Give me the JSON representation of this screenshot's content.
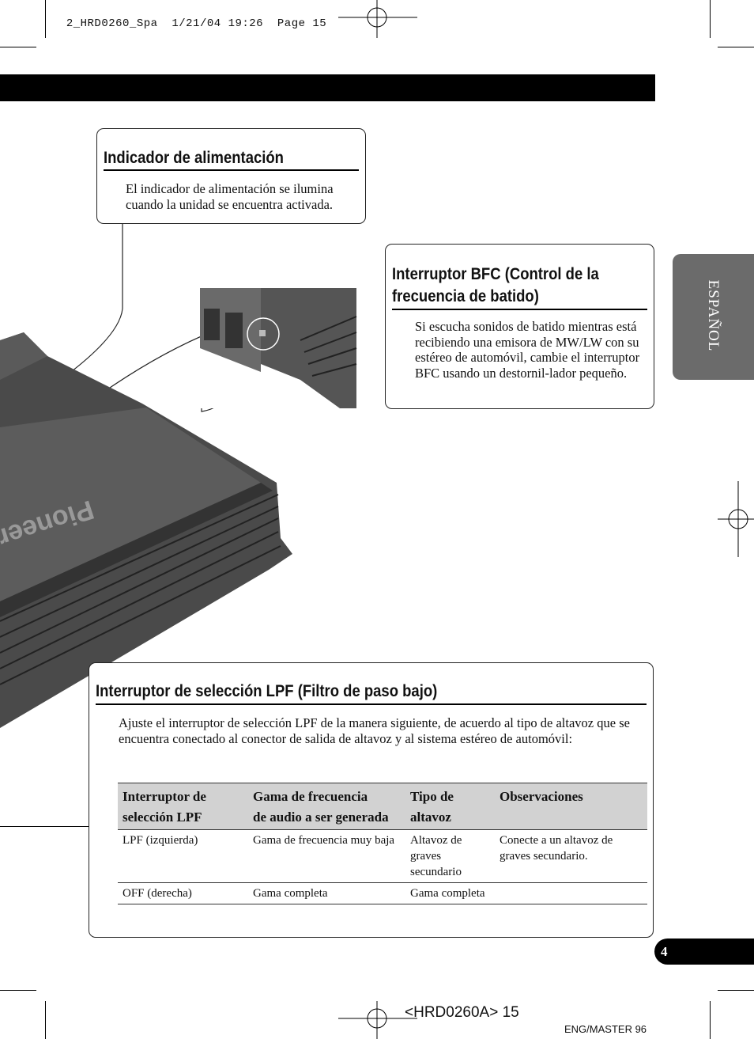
{
  "print_header": {
    "file": "2_HRD0260_Spa",
    "date": "1/21/04",
    "time": "19:26",
    "page_label": "Page 15"
  },
  "sections": {
    "power_indicator": {
      "title": "Indicador de alimentación",
      "text": "El indicador de alimentación se ilumina cuando la unidad se encuentra activada."
    },
    "bfc_switch": {
      "title_line1": "Interruptor BFC (Control de la",
      "title_line2": "frecuencia de batido)",
      "text": "Si escucha sonidos de batido mientras está recibiendo una emisora de MW/LW con su estéreo de automóvil, cambie el interruptor BFC usando un destornil-lador pequeño."
    },
    "lpf_switch": {
      "title": "Interruptor de selección LPF (Filtro de paso bajo)",
      "text": "Ajuste el interruptor de selección LPF de la manera siguiente, de acuerdo al tipo de altavoz que se encuentra conectado al conector de salida de altavoz y al sistema estéreo de automóvil:",
      "table": {
        "headers": [
          [
            "Interruptor de",
            "selección LPF"
          ],
          [
            "Gama de frecuencia",
            "de audio a ser generada"
          ],
          [
            "Tipo de",
            "altavoz"
          ],
          [
            "Observaciones",
            ""
          ]
        ],
        "rows": [
          [
            "LPF (izquierda)",
            "Gama de frecuencia muy baja",
            "Altavoz de graves secundario",
            "Conecte a un altavoz de graves secundario."
          ],
          [
            "OFF (derecha)",
            "Gama completa",
            "Gama completa",
            ""
          ]
        ]
      }
    }
  },
  "side_tab": "ESPAÑOL",
  "page_number": "4",
  "footer": {
    "code": "<HRD0260A> 15",
    "master": "ENG/MASTER 96"
  },
  "colors": {
    "tab_gray": "#6b6b6b",
    "table_header_bg": "#d2d2d2",
    "amp_body": "#4a4a4a"
  }
}
